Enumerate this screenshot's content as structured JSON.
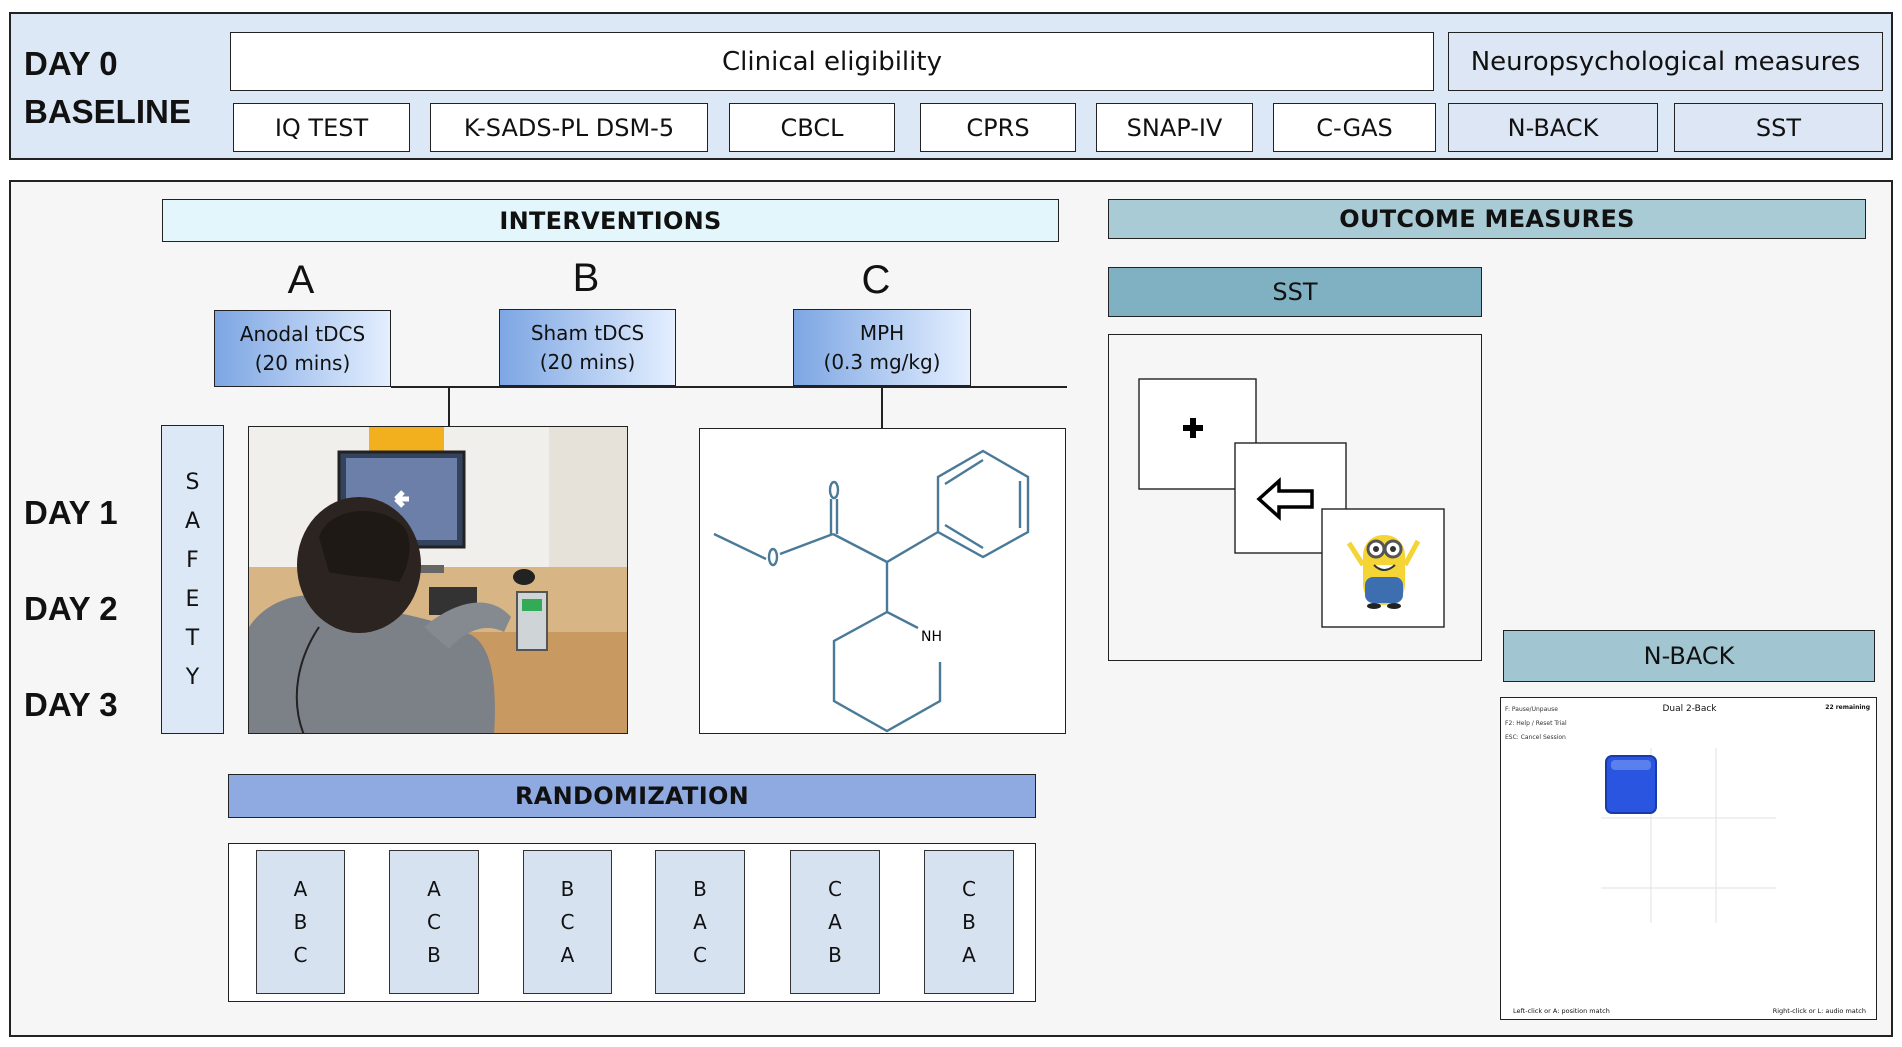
{
  "baseline": {
    "day_label": "DAY 0",
    "phase_label": "BASELINE",
    "clinical_eligibility": "Clinical eligibility",
    "neuropsychological_measures": "Neuropsychological measures",
    "clinical_tests": [
      "IQ TEST",
      "K-SADS-PL DSM-5",
      "CBCL",
      "CPRS",
      "SNAP-IV",
      "C-GAS"
    ],
    "neuro_tests": [
      "N-BACK",
      "SST"
    ]
  },
  "interventions": {
    "header": "INTERVENTIONS",
    "arms": [
      {
        "letter": "A",
        "name": "Anodal tDCS",
        "detail": "(20 mins)"
      },
      {
        "letter": "B",
        "name": "Sham tDCS",
        "detail": "(20 mins)"
      },
      {
        "letter": "C",
        "name": "MPH",
        "detail": "(0.3 mg/kg)"
      }
    ],
    "molecule_label": "NH"
  },
  "days": [
    "DAY 1",
    "DAY 2",
    "DAY 3"
  ],
  "safety": [
    "S",
    "A",
    "F",
    "E",
    "T",
    "Y"
  ],
  "randomization": {
    "header": "RANDOMIZATION",
    "sequences": [
      [
        "A",
        "B",
        "C"
      ],
      [
        "A",
        "C",
        "B"
      ],
      [
        "B",
        "C",
        "A"
      ],
      [
        "B",
        "A",
        "C"
      ],
      [
        "C",
        "A",
        "B"
      ],
      [
        "C",
        "B",
        "A"
      ]
    ]
  },
  "outcome": {
    "header": "OUTCOME MEASURES",
    "sst_label": "SST",
    "nback_label": "N-BACK",
    "nback_screen": {
      "title": "Dual 2-Back",
      "remaining": "22 remaining",
      "menu": [
        "F: Pause/Unpause",
        "F2: Help / Reset Trial",
        "ESC: Cancel Session"
      ],
      "footer_left": "Left-click or A: position match",
      "footer_right": "Right-click or L: audio match"
    }
  },
  "colors": {
    "baseline_bg": "#dce8f6",
    "interventions_header": "#e2f6fb",
    "outcome_header": "#a9cbd5",
    "sst_header": "#7fb1c2",
    "nback_header": "#a2c6d1",
    "randomization_header": "#8faae0",
    "molecule": "#4a7a98"
  }
}
